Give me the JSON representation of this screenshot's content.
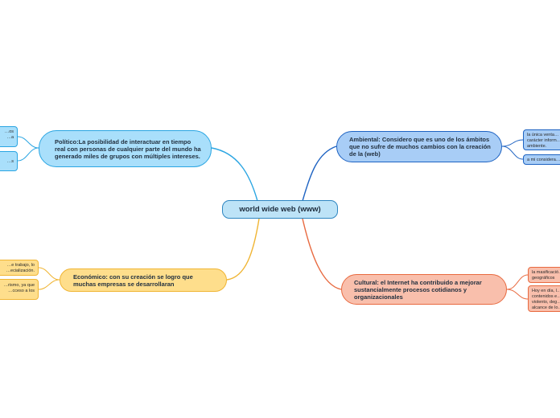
{
  "central": {
    "label": "world wide web (www)"
  },
  "branches": {
    "politico": {
      "label": "Político:La posibilidad de interactuar en tiempo real con personas de cualquier parte del mundo ha generado miles de grupos con múltiples intereses.",
      "color": "#2aa5e2",
      "leaves": [
        "…os\n…a",
        "…s"
      ]
    },
    "ambiental": {
      "label": "Ambiental: Considero que es uno de los ámbitos que no sufre de muchos cambios con la creación de la (web)",
      "color": "#1e63c2",
      "leaves": [
        "la única venta…\ncarácter inform…\nambiente.",
        "a mi considera…"
      ]
    },
    "economico": {
      "label": "Económico: con su creación se logro que muchas empresas se desarrollaran",
      "color": "#f0b534",
      "leaves": [
        "…e trabajo, lo\n…ecialización.",
        "…rismo, ya que\n…cceso a los"
      ]
    },
    "cultural": {
      "label": "Cultural: el Internet ha contribuido a mejorar sustancialmente procesos cotidianos y organizacionales",
      "color": "#e86a40",
      "leaves": [
        "la masificació…\ngeográficos",
        "Hoy en día, l…\ncontenidos e…\nviolento, deg…\nalcance de lo…"
      ]
    }
  }
}
